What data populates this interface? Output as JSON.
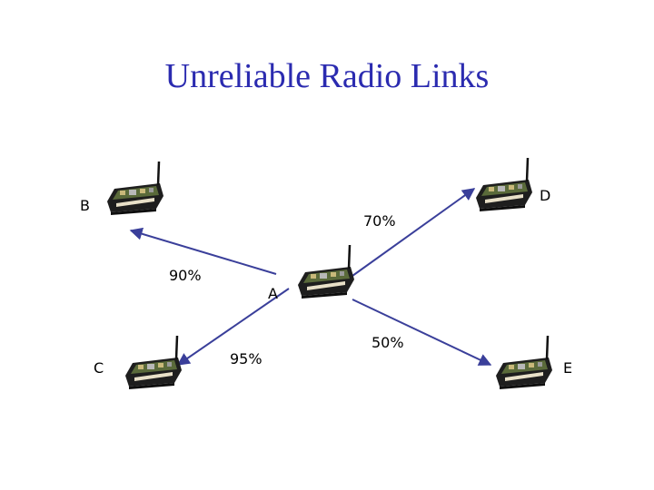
{
  "title": "Unreliable Radio Links",
  "colors": {
    "title": "#2b2bb0",
    "link": "#3a3f9a"
  },
  "nodes": [
    {
      "id": "A",
      "label": "A",
      "icon": "radio-mote-icon"
    },
    {
      "id": "B",
      "label": "B",
      "icon": "radio-mote-icon"
    },
    {
      "id": "C",
      "label": "C",
      "icon": "radio-mote-icon"
    },
    {
      "id": "D",
      "label": "D",
      "icon": "radio-mote-icon"
    },
    {
      "id": "E",
      "label": "E",
      "icon": "radio-mote-icon"
    }
  ],
  "links": [
    {
      "from": "A",
      "to": "B",
      "quality": "90%"
    },
    {
      "from": "A",
      "to": "C",
      "quality": "95%"
    },
    {
      "from": "A",
      "to": "D",
      "quality": "70%"
    },
    {
      "from": "A",
      "to": "E",
      "quality": "50%"
    }
  ]
}
